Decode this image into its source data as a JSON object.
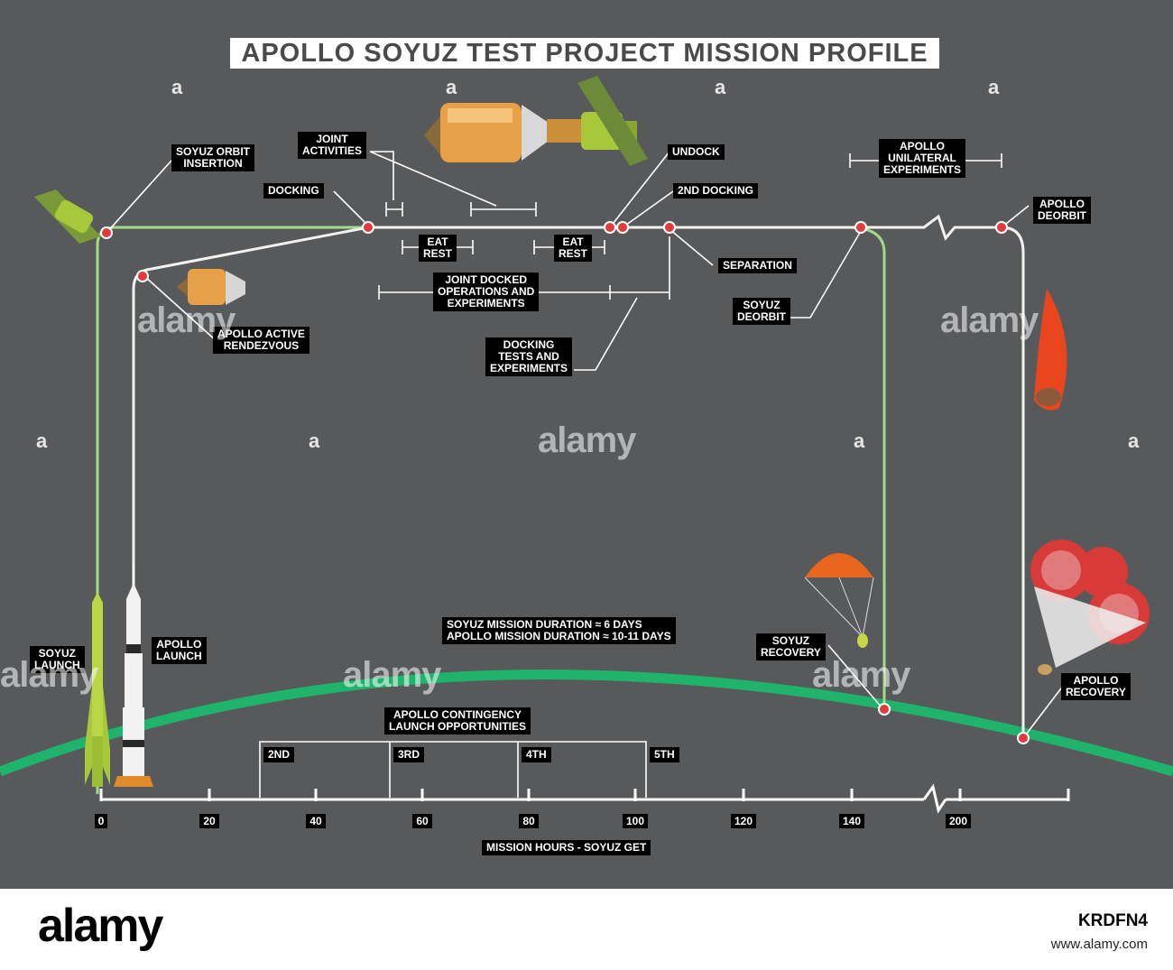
{
  "title": "APOLLO SOYUZ TEST PROJECT MISSION PROFILE",
  "colors": {
    "background": "#58595b",
    "soyuz_path": "#a7d98a",
    "apollo_path": "#f2f2f2",
    "earth_arc": "#1fb36b",
    "event_dot": "#e23b3b",
    "label_bg": "#000000",
    "label_text": "#ffffff"
  },
  "labels": {
    "soyuz_orbit_insertion": "SOYUZ ORBIT\nINSERTION",
    "joint_activities": "JOINT\nACTIVITIES",
    "docking": "DOCKING",
    "undock": "UNDOCK",
    "second_docking": "2ND DOCKING",
    "apollo_unilateral": "APOLLO\nUNILATERAL\nEXPERIMENTS",
    "apollo_deorbit": "APOLLO\nDEORBIT",
    "eat_rest_1": "EAT\nREST",
    "eat_rest_2": "EAT\nREST",
    "separation": "SEPARATION",
    "joint_docked": "JOINT DOCKED\nOPERATIONS AND\nEXPERIMENTS",
    "apollo_active_rendezvous": "APOLLO ACTIVE\nRENDEZVOUS",
    "soyuz_deorbit": "SOYUZ\nDEORBIT",
    "docking_tests": "DOCKING\nTESTS AND\nEXPERIMENTS",
    "mission_duration": "SOYUZ MISSION DURATION ≈ 6 DAYS\nAPOLLO MISSION DURATION ≈ 10-11 DAYS",
    "soyuz_launch": "SOYUZ\nLAUNCH",
    "apollo_launch": "APOLLO\nLAUNCH",
    "soyuz_recovery": "SOYUZ\nRECOVERY",
    "apollo_recovery": "APOLLO\nRECOVERY",
    "contingency": "APOLLO CONTINGENCY\nLAUNCH OPPORTUNITIES",
    "opp_2nd": "2ND",
    "opp_3rd": "3RD",
    "opp_4th": "4TH",
    "opp_5th": "5TH",
    "axis_title": "MISSION HOURS - SOYUZ GET"
  },
  "axis_ticks": [
    "0",
    "20",
    "40",
    "60",
    "80",
    "100",
    "120",
    "140",
    "200"
  ],
  "watermark": "alamy",
  "footer": {
    "logo": "alamy",
    "image_id": "KRDFN4",
    "url": "www.alamy.com"
  }
}
